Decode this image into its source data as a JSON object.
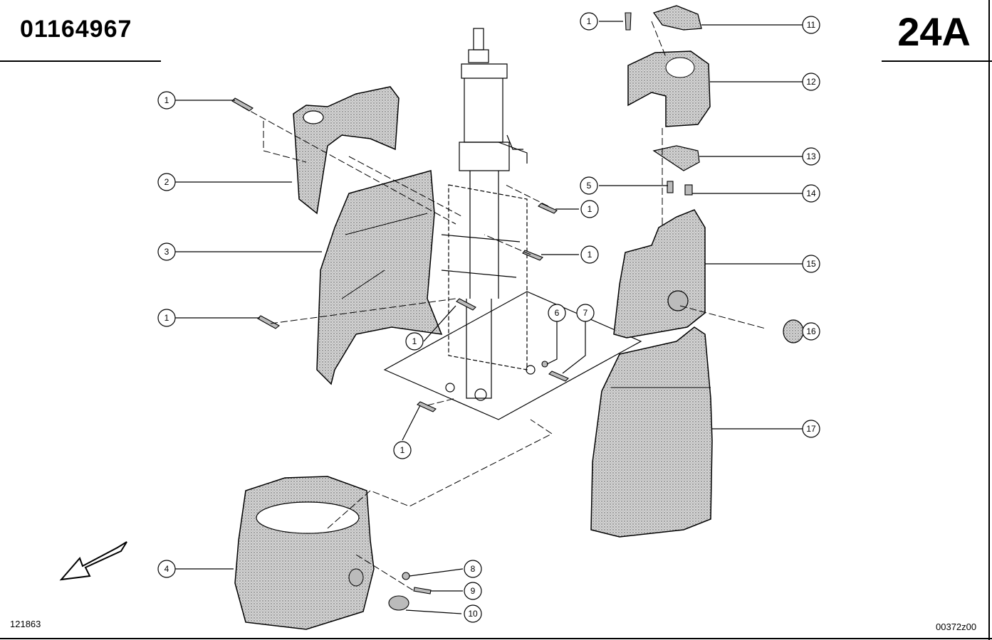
{
  "header": {
    "part_number": "01164967",
    "sheet_code": "24A"
  },
  "footer": {
    "left_ref": "121863",
    "right_ref": "00372z00"
  },
  "callouts": [
    "1",
    "1",
    "1",
    "1",
    "1",
    "1",
    "1",
    "2",
    "3",
    "4",
    "5",
    "6",
    "7",
    "8",
    "9",
    "10",
    "11",
    "12",
    "13",
    "14",
    "15",
    "16",
    "17"
  ],
  "colors": {
    "ink": "#000000",
    "fill": "#cfcfcf",
    "paper": "#ffffff"
  }
}
